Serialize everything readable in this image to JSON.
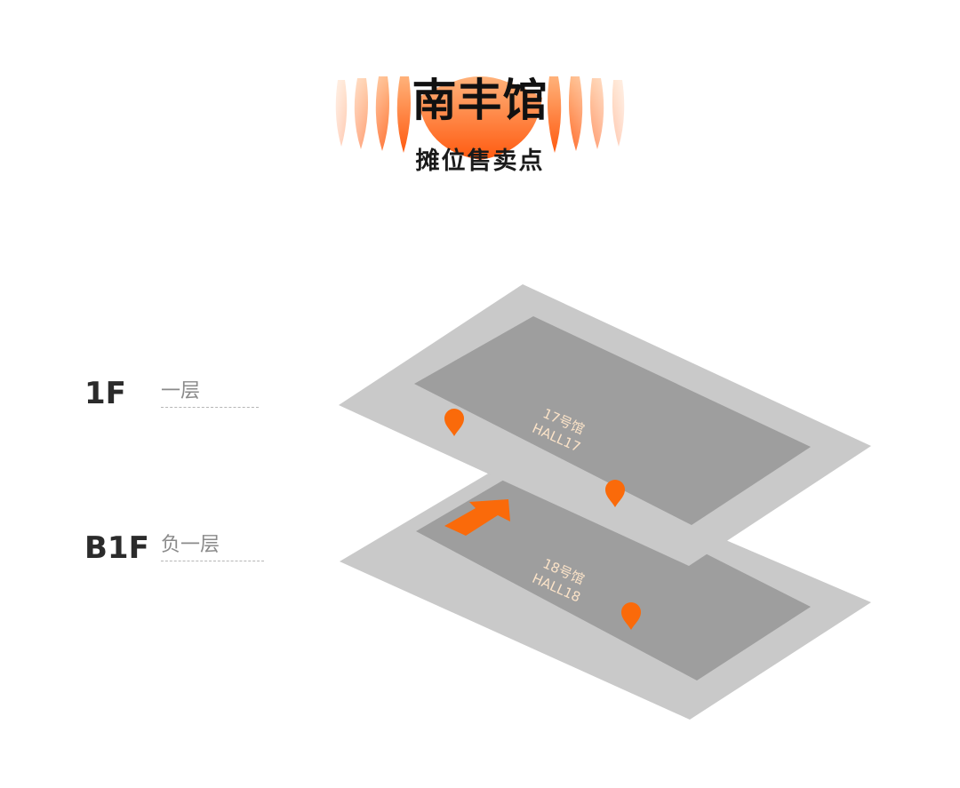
{
  "header": {
    "title": "南丰馆",
    "subtitle": "摊位售卖点"
  },
  "floors": [
    {
      "code": "1F",
      "name": "一层",
      "hall": {
        "name_cn": "17号馆",
        "name_en": "HALL17"
      }
    },
    {
      "code": "B1F",
      "name": "负一层",
      "hall": {
        "name_cn": "18号馆",
        "name_en": "HALL18"
      }
    }
  ],
  "colors": {
    "accent": "#fa6a0a",
    "slab_outer": "#c9c9c9",
    "slab_inner": "#9e9e9e",
    "hall_text": "#fbe3c8"
  },
  "icons": {
    "booth_marker": "location-pin-icon",
    "stair_arrow": "up-arrow-icon"
  }
}
